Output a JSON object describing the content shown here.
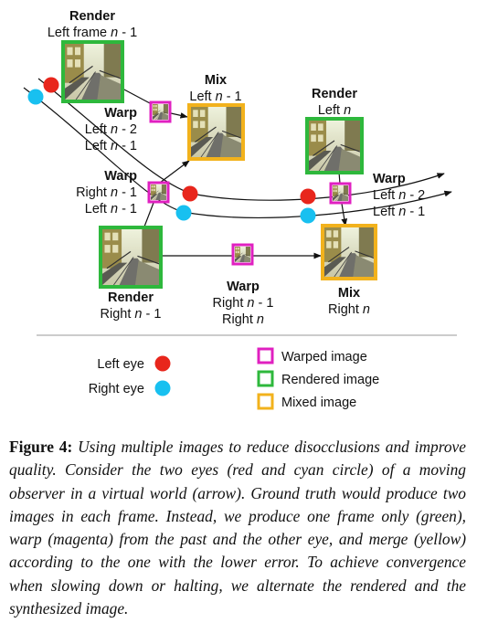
{
  "colors": {
    "warped": "#e020c0",
    "rendered": "#2eb83c",
    "mixed": "#f2b21c",
    "left_eye": "#e8261c",
    "right_eye": "#18c0f0"
  },
  "nodes": {
    "render_left_prev": {
      "title": "Render",
      "line1_a": "Left frame ",
      "line1_n": "n",
      "line1_b": " - 1"
    },
    "mix_left_prev": {
      "title": "Mix",
      "line1_a": "Left ",
      "line1_n": "n",
      "line1_b": " - 1"
    },
    "render_left_cur": {
      "title": "Render",
      "line1_a": "Left ",
      "line1_n": "n",
      "line1_b": ""
    },
    "warp_a": {
      "title": "Warp",
      "line1_a": "Left ",
      "line1_n": "n",
      "line1_b": " - 2",
      "line2_a": "Left ",
      "line2_n": "n",
      "line2_b": " - 1"
    },
    "warp_b": {
      "title": "Warp",
      "line1_a": "Right ",
      "line1_n": "n",
      "line1_b": " - 1",
      "line2_a": "Left ",
      "line2_n": "n",
      "line2_b": " - 1"
    },
    "warp_c": {
      "title": "Warp",
      "line1_a": "Left ",
      "line1_n": "n",
      "line1_b": " - 2",
      "line2_a": "Left ",
      "line2_n": "n",
      "line2_b": " - 1"
    },
    "render_right_prev": {
      "title": "Render",
      "line1_a": "Right ",
      "line1_n": "n",
      "line1_b": " - 1"
    },
    "warp_d": {
      "title": "Warp",
      "line1_a": "Right ",
      "line1_n": "n",
      "line1_b": " - 1",
      "line2_a": "Right ",
      "line2_n": "n",
      "line2_b": ""
    },
    "mix_right_cur": {
      "title": "Mix",
      "line1_a": "Right ",
      "line1_n": "n",
      "line1_b": ""
    }
  },
  "legend": {
    "left_eye": "Left eye",
    "right_eye": "Right eye",
    "warped": "Warped image",
    "rendered": "Rendered image",
    "mixed": "Mixed image"
  },
  "caption": {
    "label": "Figure 4:",
    "text": "Using multiple images to reduce disocclusions and improve quality. Consider the two eyes (red and cyan circle) of a moving observer in a virtual world (arrow). Ground truth would produce two images in each frame. Instead, we produce one frame only (green), warp (magenta) from the past and the other eye, and merge (yellow) according to the one with the lower error. To achieve convergence when slowing down or halting, we alternate the rendered and the synthesized image."
  }
}
